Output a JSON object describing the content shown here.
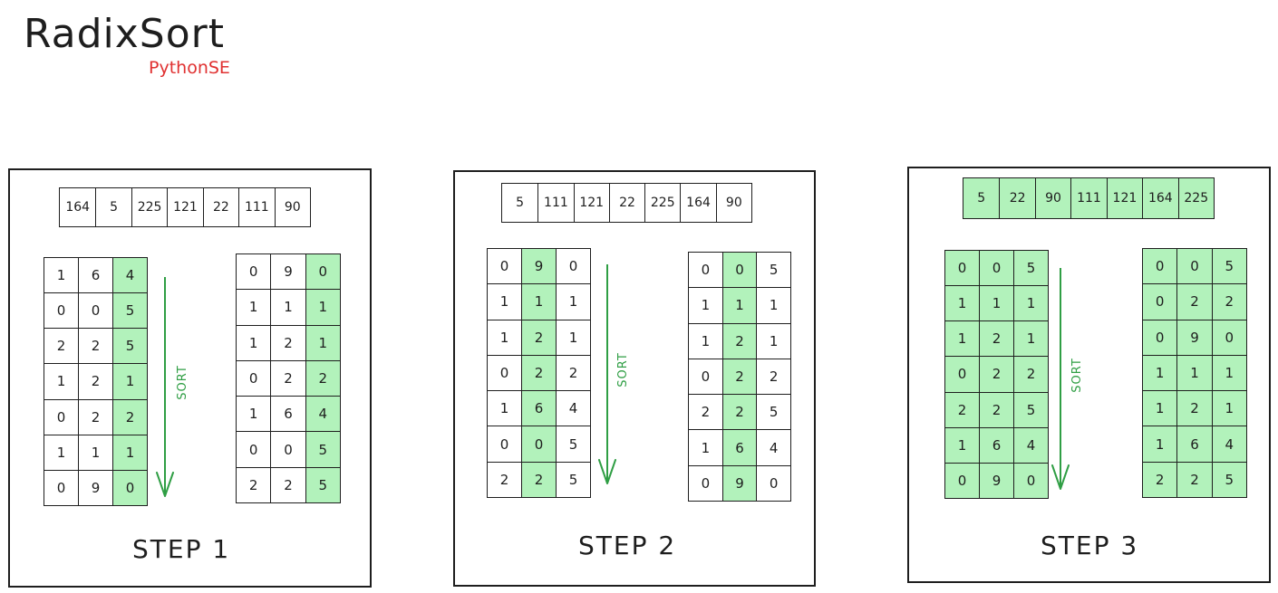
{
  "header": {
    "title": "RadixSort",
    "subtitle": "PythonSE"
  },
  "sort_label": "SORT",
  "colors": {
    "highlight": "#b2f2bb",
    "arrow": "#2f9e44",
    "subtitle": "#e03131"
  },
  "steps": [
    {
      "label": "STEP 1",
      "array": [
        "164",
        "5",
        "225",
        "121",
        "22",
        "111",
        "90"
      ],
      "array_highlighted": false,
      "before": [
        [
          "1",
          "6",
          "4"
        ],
        [
          "0",
          "0",
          "5"
        ],
        [
          "2",
          "2",
          "5"
        ],
        [
          "1",
          "2",
          "1"
        ],
        [
          "0",
          "2",
          "2"
        ],
        [
          "1",
          "1",
          "1"
        ],
        [
          "0",
          "9",
          "0"
        ]
      ],
      "after": [
        [
          "0",
          "9",
          "0"
        ],
        [
          "1",
          "1",
          "1"
        ],
        [
          "1",
          "2",
          "1"
        ],
        [
          "0",
          "2",
          "2"
        ],
        [
          "1",
          "6",
          "4"
        ],
        [
          "0",
          "0",
          "5"
        ],
        [
          "2",
          "2",
          "5"
        ]
      ],
      "highlight_column": 2,
      "highlight_all": false
    },
    {
      "label": "STEP 2",
      "array": [
        "5",
        "111",
        "121",
        "22",
        "225",
        "164",
        "90"
      ],
      "array_highlighted": false,
      "before": [
        [
          "0",
          "9",
          "0"
        ],
        [
          "1",
          "1",
          "1"
        ],
        [
          "1",
          "2",
          "1"
        ],
        [
          "0",
          "2",
          "2"
        ],
        [
          "1",
          "6",
          "4"
        ],
        [
          "0",
          "0",
          "5"
        ],
        [
          "2",
          "2",
          "5"
        ]
      ],
      "after": [
        [
          "0",
          "0",
          "5"
        ],
        [
          "1",
          "1",
          "1"
        ],
        [
          "1",
          "2",
          "1"
        ],
        [
          "0",
          "2",
          "2"
        ],
        [
          "2",
          "2",
          "5"
        ],
        [
          "1",
          "6",
          "4"
        ],
        [
          "0",
          "9",
          "0"
        ]
      ],
      "highlight_column": 1,
      "highlight_all": false
    },
    {
      "label": "STEP 3",
      "array": [
        "5",
        "22",
        "90",
        "111",
        "121",
        "164",
        "225"
      ],
      "array_highlighted": true,
      "before": [
        [
          "0",
          "0",
          "5"
        ],
        [
          "1",
          "1",
          "1"
        ],
        [
          "1",
          "2",
          "1"
        ],
        [
          "0",
          "2",
          "2"
        ],
        [
          "2",
          "2",
          "5"
        ],
        [
          "1",
          "6",
          "4"
        ],
        [
          "0",
          "9",
          "0"
        ]
      ],
      "after": [
        [
          "0",
          "0",
          "5"
        ],
        [
          "0",
          "2",
          "2"
        ],
        [
          "0",
          "9",
          "0"
        ],
        [
          "1",
          "1",
          "1"
        ],
        [
          "1",
          "2",
          "1"
        ],
        [
          "1",
          "6",
          "4"
        ],
        [
          "2",
          "2",
          "5"
        ]
      ],
      "highlight_column": 0,
      "highlight_all": true
    }
  ]
}
